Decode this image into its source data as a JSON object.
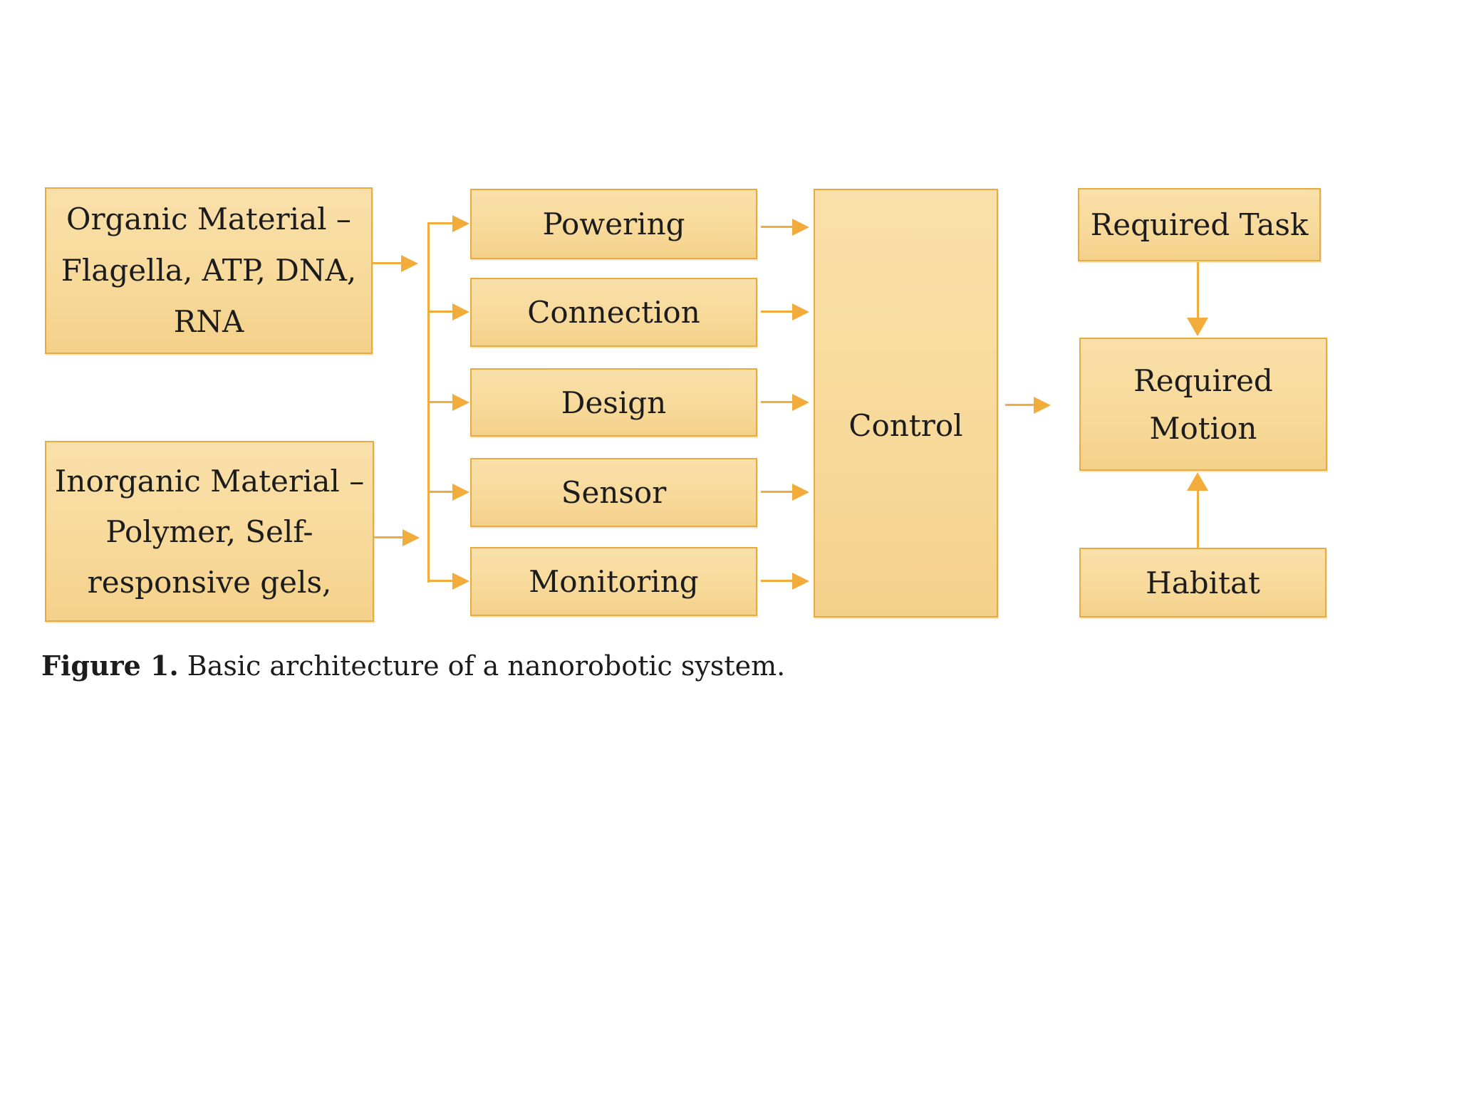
{
  "figure_title": "Basic architecture of a nanorobotic system",
  "caption": {
    "bold": "Figure 1.",
    "rest": " Basic architecture of a nanorobotic system."
  },
  "boxes": {
    "organic": {
      "label": "Organic Material –\nFlagella, ATP, DNA,\nRNA"
    },
    "inorganic": {
      "label": "Inorganic Material –\nPolymer, Self-\nresponsive gels,"
    },
    "powering": {
      "label": "Powering"
    },
    "connection": {
      "label": "Connection"
    },
    "design": {
      "label": "Design"
    },
    "sensor": {
      "label": "Sensor"
    },
    "monitoring": {
      "label": "Monitoring"
    },
    "control": {
      "label": "Control"
    },
    "required_task": {
      "label": "Required Task"
    },
    "required_motion": {
      "label": "Required\nMotion"
    },
    "habitat": {
      "label": "Habitat"
    }
  },
  "connections": [
    {
      "from": "Organic Material",
      "to": "component spine"
    },
    {
      "from": "Inorganic Material",
      "to": "component spine"
    },
    {
      "from": "component spine",
      "to": "Powering"
    },
    {
      "from": "component spine",
      "to": "Connection"
    },
    {
      "from": "component spine",
      "to": "Design"
    },
    {
      "from": "component spine",
      "to": "Sensor"
    },
    {
      "from": "component spine",
      "to": "Monitoring"
    },
    {
      "from": "Powering",
      "to": "Control"
    },
    {
      "from": "Connection",
      "to": "Control"
    },
    {
      "from": "Design",
      "to": "Control"
    },
    {
      "from": "Sensor",
      "to": "Control"
    },
    {
      "from": "Monitoring",
      "to": "Control"
    },
    {
      "from": "Control",
      "to": "Required Motion"
    },
    {
      "from": "Required Task",
      "to": "Required Motion"
    },
    {
      "from": "Habitat",
      "to": "Required Motion"
    }
  ],
  "colors": {
    "background": "#FFFFFF",
    "box_fill_top": "#F9E0AA",
    "box_fill_bottom": "#F4D18A",
    "box_border": "#E8AB41",
    "arrow": "#F2AC3C",
    "text": "#1C1C1C"
  }
}
